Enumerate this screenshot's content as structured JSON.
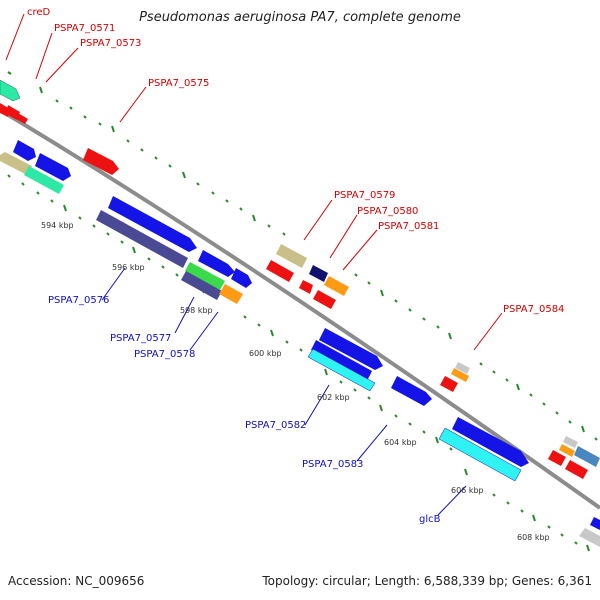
{
  "title": "Pseudomonas aeruginosa PA7, complete genome",
  "accession": "Accession: NC_009656",
  "summary": "Topology: circular; Length: 6,588,339 bp; Genes: 6,361",
  "kbp_labels": [
    "594 kbp",
    "596 kbp",
    "598 kbp",
    "600 kbp",
    "602 kbp",
    "604 kbp",
    "606 kbp",
    "608 kbp"
  ],
  "gene_labels_top": [
    "creD",
    "PSPA7_0571",
    "PSPA7_0573",
    "PSPA7_0575",
    "PSPA7_0579",
    "PSPA7_0580",
    "PSPA7_0581",
    "PSPA7_0584"
  ],
  "gene_labels_bottom": [
    "PSPA7_0576",
    "PSPA7_0577",
    "PSPA7_0578",
    "PSPA7_0582",
    "PSPA7_0583",
    "glcB"
  ],
  "colors": {
    "backbone": "#8c8c8c",
    "tick": "#2a8a2a",
    "label_top": "#d40000",
    "label_bottom": "#1010c8",
    "red": "#ee1111",
    "blue": "#1414e6",
    "purple": "#4a4a94",
    "teal": "#2ee8a6",
    "cyan": "#2ff2f2",
    "orange": "#ff9a14",
    "khaki": "#c8c088",
    "green": "#3bd94c",
    "navy": "#12126e",
    "grey": "#c8c8c8",
    "steel": "#4a86c0"
  }
}
